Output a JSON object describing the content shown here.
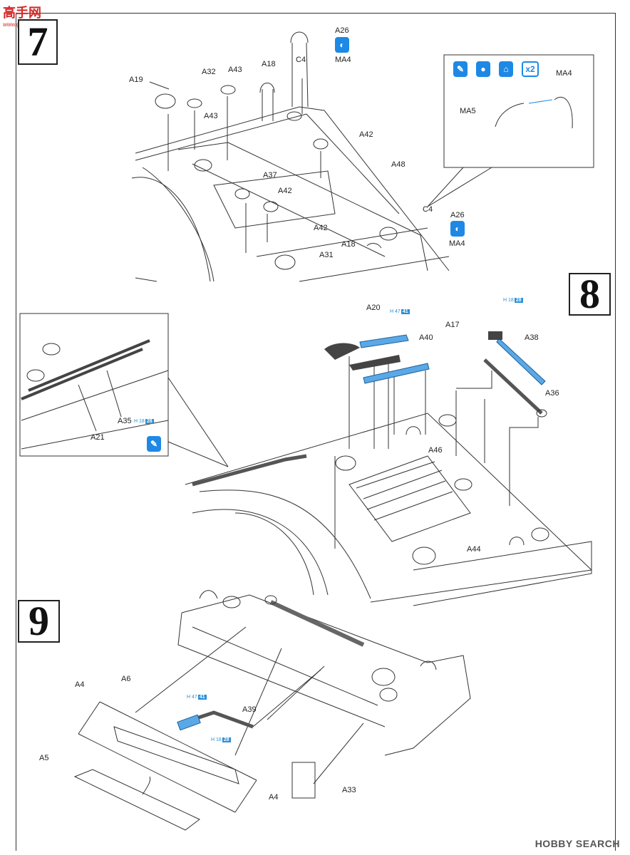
{
  "watermark": {
    "brand": "高手网",
    "url": "www.gaoshou.net"
  },
  "footer": {
    "brand": "HOBBY SEARCH"
  },
  "steps": [
    "7",
    "8",
    "9"
  ],
  "callout": {
    "labels": {
      "ma4": "MA4",
      "ma5": "MA5"
    },
    "multiplier": "x2"
  },
  "step7": {
    "a26": "A26",
    "ma4": "MA4",
    "a32": "A32",
    "a43a": "A43",
    "a18a": "A18",
    "c4a": "C4",
    "a19": "A19",
    "a43b": "A43",
    "a42a": "A42",
    "a48": "A48",
    "a37": "A37",
    "a42b": "A42",
    "a42c": "A42",
    "c4b": "C4",
    "a26b": "A26",
    "ma4b": "MA4",
    "a18b": "A18",
    "a31": "A31"
  },
  "step8": {
    "a20": "A20",
    "a40": "A40",
    "a17": "A17",
    "a38": "A38",
    "a36": "A36",
    "a46": "A46",
    "a44": "A44",
    "a35": "A35",
    "a21": "A21"
  },
  "step9": {
    "a4a": "A4",
    "a6": "A6",
    "a39": "A39",
    "a5": "A5",
    "a4b": "A4",
    "a33": "A33"
  },
  "paint_codes": [
    {
      "h": "H",
      "num": "47",
      "box": "41"
    },
    {
      "h": "H",
      "num": "18",
      "box": "28"
    }
  ]
}
